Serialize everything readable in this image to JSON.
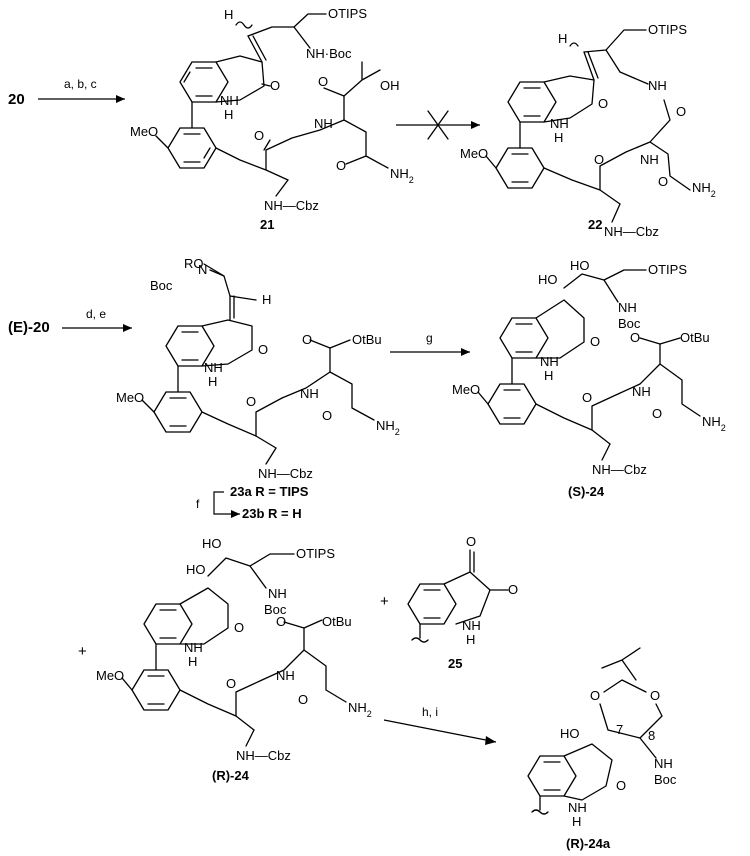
{
  "scheme": {
    "start_20": "20",
    "start_E20": "(E)-20",
    "reagents": {
      "abc": "a, b, c",
      "de": "d, e",
      "f": "f",
      "g": "g",
      "hi": "h, i"
    },
    "compounds": {
      "c21": "21",
      "c22": "22",
      "c23a": "23a R = TIPS",
      "c23b": "23b R = H",
      "cS24": "(S)-24",
      "cR24": "(R)-24",
      "c25": "25",
      "cR24a": "(R)-24a"
    },
    "groups": {
      "otips": "OTIPS",
      "nhboc": "NH·Boc",
      "nh": "NH",
      "boc": "Boc",
      "h": "H",
      "o": "O",
      "oh": "OH",
      "ho": "HO",
      "meo": "MeO",
      "nh2": "NH",
      "sub2": "2",
      "cbz": "Cbz",
      "otbu": "OtBu",
      "ro": "RO",
      "bocn": "Boc",
      "n": "N",
      "n7": "7",
      "n8": "8",
      "plus": "+"
    }
  }
}
